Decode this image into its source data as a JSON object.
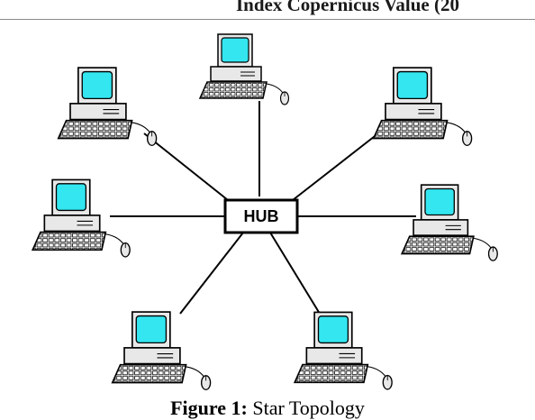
{
  "header": {
    "title": "Index Copernicus Value (20"
  },
  "diagram": {
    "hub_label": "HUB",
    "colors": {
      "screen": "#33e6f0",
      "outline": "#000000",
      "body": "#e0e0e0"
    },
    "nodes": [
      {
        "name": "computer-top"
      },
      {
        "name": "computer-top-left"
      },
      {
        "name": "computer-top-right"
      },
      {
        "name": "computer-left"
      },
      {
        "name": "computer-right"
      },
      {
        "name": "computer-bottom-left"
      },
      {
        "name": "computer-bottom-right"
      }
    ]
  },
  "caption": {
    "label": "Figure 1:",
    "text": " Star Topology"
  }
}
